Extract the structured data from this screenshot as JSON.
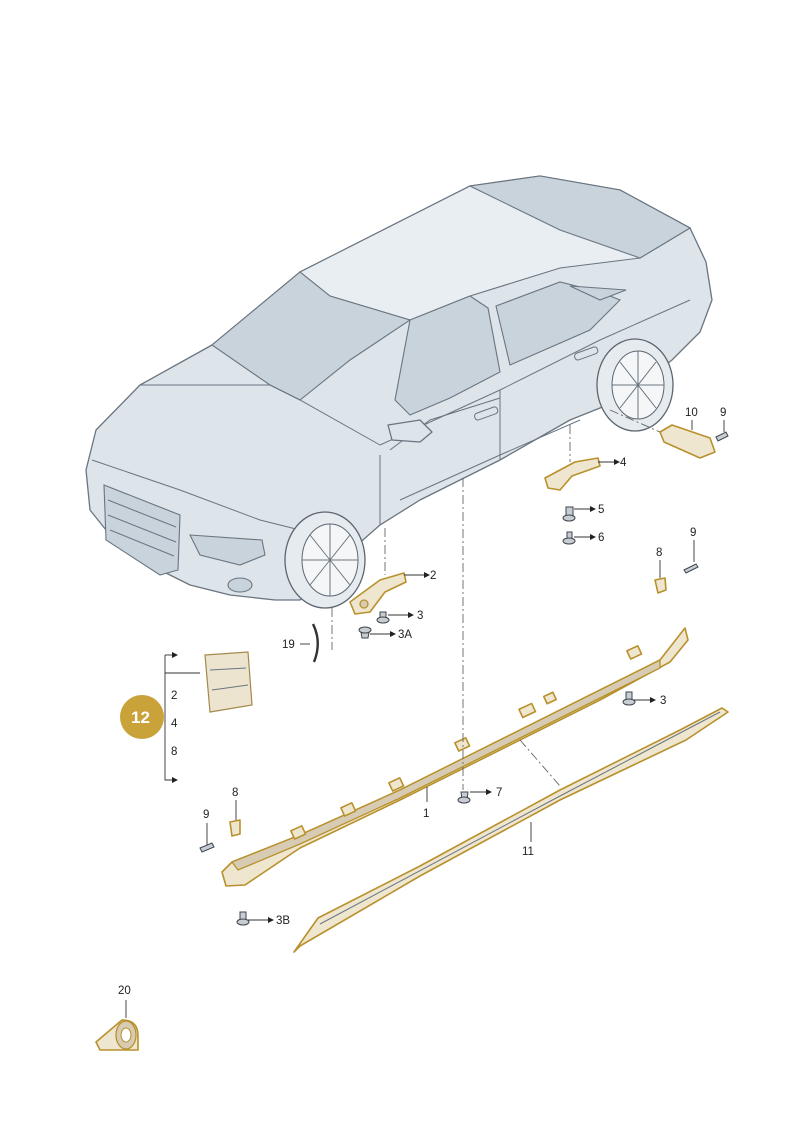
{
  "diagram": {
    "highlight_color": "#c9a23a",
    "part_outline_color": "#b8912c",
    "callouts": {
      "c1": "1",
      "c2_bracket": "2",
      "c2_kit": "2",
      "c3_front": "3",
      "c3a": "3A",
      "c3_rear": "3",
      "c3b": "3B",
      "c4": "4",
      "c5": "5",
      "c6": "6",
      "c7": "7",
      "c8_rear": "8",
      "c8_kit": "8",
      "c8_front": "8",
      "c9_top": "9",
      "c9_rear": "9",
      "c9_front": "9",
      "c10": "10",
      "c11": "11",
      "c12": "12",
      "c4_kit": "4",
      "c19": "19",
      "c20": "20"
    }
  }
}
